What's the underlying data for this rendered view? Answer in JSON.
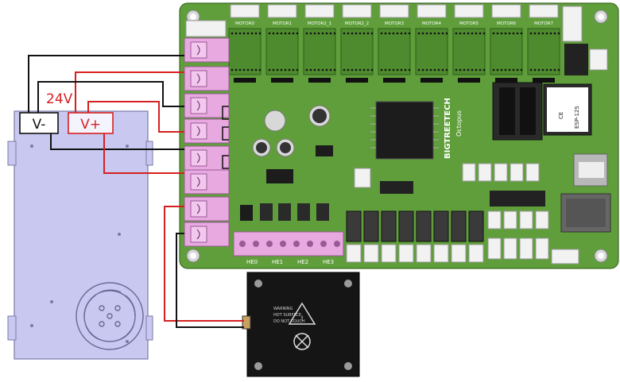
{
  "power_supply": {
    "negative_label": "V-",
    "positive_label": "V+",
    "voltage_label": "24V"
  },
  "board": {
    "brand": "BIGTREETECH",
    "model": "Octopus",
    "motor_labels": [
      "MOTOR0",
      "MOTOR1",
      "MOTOR2_1",
      "MOTOR2_2",
      "MOTOR3",
      "MOTOR4",
      "MOTOR5",
      "MOTOR6",
      "MOTOR7"
    ],
    "heater_labels": [
      "HE0",
      "HE1",
      "HE2",
      "HE3"
    ],
    "wifi_module": "ESP-12S",
    "ce_mark": "CE"
  },
  "colors": {
    "board_green": "#5f9e3a",
    "terminal_pink": "#e8a8e0",
    "psu_blue": "#c8c8f0",
    "wire_red": "#d62020",
    "wire_black": "#111111",
    "bed_black": "#151515"
  },
  "heatbed": {
    "text_lines": [
      "WARNING",
      "HOT SURFACE",
      "DO NOT TOUCH"
    ]
  }
}
